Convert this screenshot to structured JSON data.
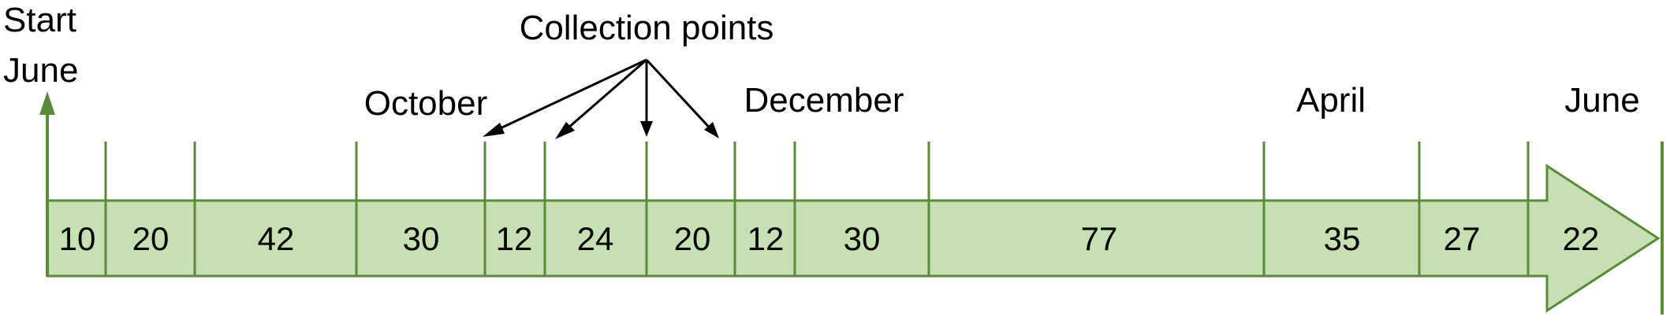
{
  "labels": {
    "start": "Start",
    "start_month": "June",
    "collection_points": "Collection points",
    "month_october": "October",
    "month_december": "December",
    "month_april": "April",
    "month_june_end": "June"
  },
  "segments": [
    {
      "days": "10"
    },
    {
      "days": "20"
    },
    {
      "days": "42"
    },
    {
      "days": "30"
    },
    {
      "days": "12"
    },
    {
      "days": "24"
    },
    {
      "days": "20"
    },
    {
      "days": "12"
    },
    {
      "days": "30"
    },
    {
      "days": "77"
    },
    {
      "days": "35"
    },
    {
      "days": "27"
    },
    {
      "days": "22"
    }
  ],
  "colors": {
    "band_fill": "#c6e0b4",
    "band_stroke": "#5a8a3a",
    "arrow_ink": "#000000"
  }
}
